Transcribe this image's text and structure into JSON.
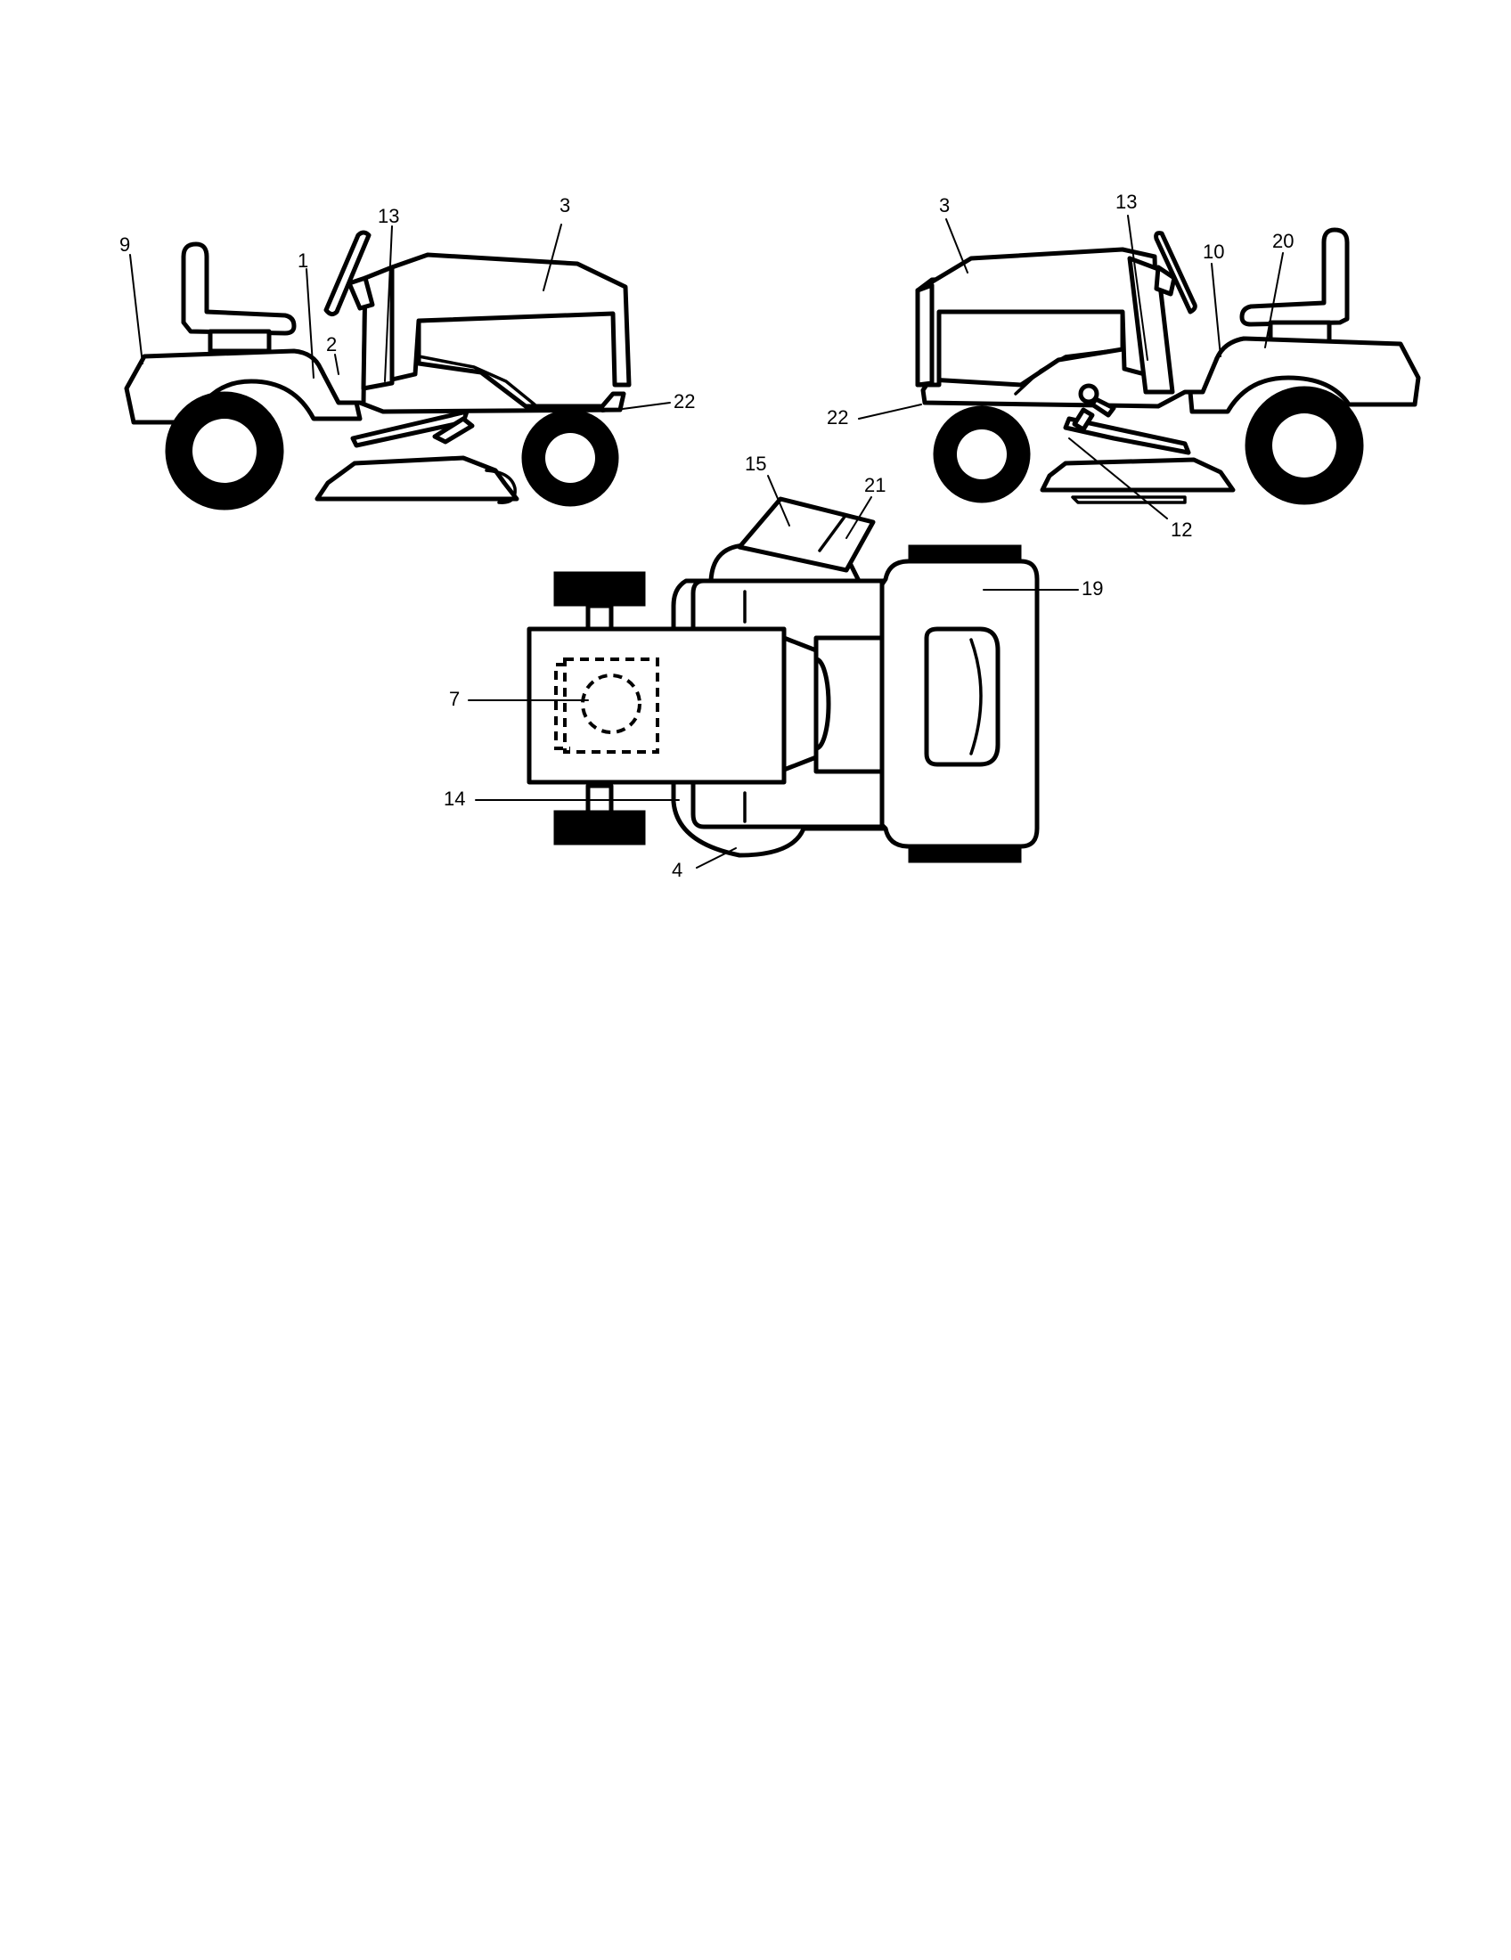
{
  "callouts": {
    "left_view": {
      "c9": "9",
      "c1": "1",
      "c2": "2",
      "c13": "13",
      "c3": "3",
      "c22": "22"
    },
    "right_view": {
      "c3": "3",
      "c13": "13",
      "c10": "10",
      "c20": "20",
      "c22": "22",
      "c12": "12"
    },
    "top_view": {
      "c15": "15",
      "c21": "21",
      "c19": "19",
      "c7": "7",
      "c14": "14",
      "c4": "4"
    }
  }
}
